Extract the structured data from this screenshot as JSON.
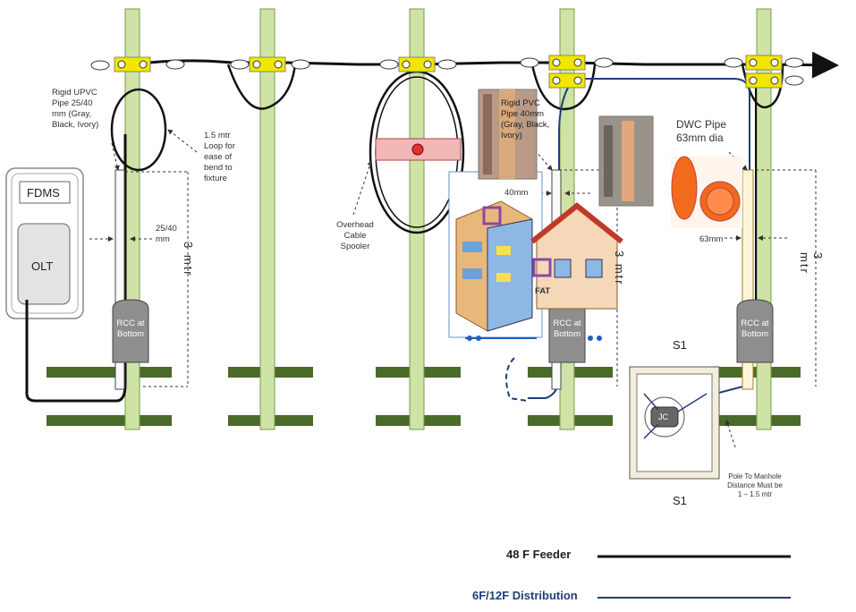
{
  "labels": {
    "rigid_upvc": "Rigid UPVC\nPipe 25/40\nmm (Gray,\nBlack, Ivory)",
    "loop": "1.5 mtr\nLoop for\nease of\nbend to\nfixture",
    "pipe_25_40": "25/40\nmm",
    "three_mtr": "3 mtr",
    "fdms": "FDMS",
    "olt": "OLT",
    "rcc_at_bottom": "RCC at\nBottom",
    "overhead_spooler": "Overhead\nCable\nSpooler",
    "rigid_pvc": "Rigid PVC\nPipe 40mm\n(Gray, Black,\nIvory)",
    "forty_mm": "40mm",
    "fat": "FAT",
    "dwc_pipe": "DWC Pipe\n63mm dia",
    "sixty_three_mm": "63mm",
    "s1": "S1",
    "jc": "JC",
    "pole_to_manhole": "Pole To Manhole\nDistance Must be\n1 – 1.5 mtr"
  },
  "legend": [
    {
      "label": "48 F Feeder",
      "color": "#111111"
    },
    {
      "label": "6F/12F Distribution",
      "color": "#1f3d7a"
    }
  ],
  "colors": {
    "pole": "#cfe3a6",
    "pole_stroke": "#7a9a4a",
    "ground": "#4a6a2a",
    "clamp": "#f2e600",
    "feeder": "#111111",
    "distribution": "#1f3d7a",
    "spooler_band": "#f2b8b8"
  }
}
